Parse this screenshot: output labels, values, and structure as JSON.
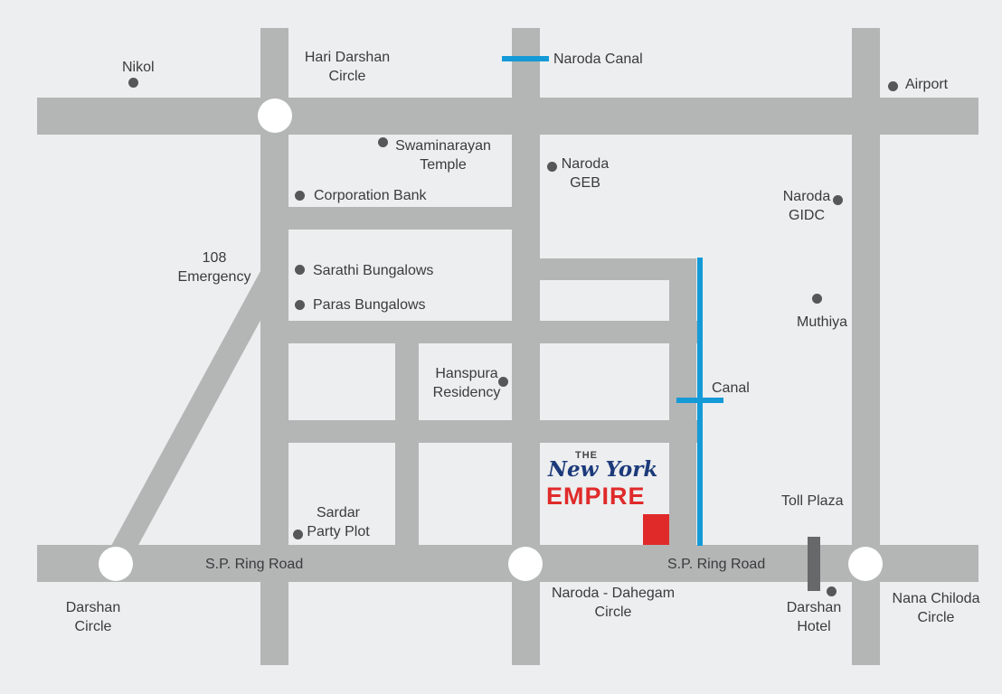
{
  "colors": {
    "background": "#eceeef",
    "road": "#b4b5b5",
    "junction": "#ffffff",
    "poi": "#555759",
    "canal": "#159ad8",
    "project_marker": "#e02a2a",
    "toll_barrier": "#676869",
    "label": "#3a3b3d"
  },
  "logo": {
    "the": "THE",
    "new_york": "New York",
    "empire": "EMPIRE"
  },
  "roads": {
    "sp_ring_road_left": "S.P. Ring Road",
    "sp_ring_road_right": "S.P. Ring Road"
  },
  "places": {
    "nikol": "Nikol",
    "hari_darshan_circle": "Hari Darshan\nCircle",
    "naroda_canal": "Naroda Canal",
    "airport": "Airport",
    "swaminarayan_temple": "Swaminarayan\nTemple",
    "naroda_geb": "Naroda\nGEB",
    "corporation_bank": "Corporation Bank",
    "naroda_gidc": "Naroda\nGIDC",
    "emergency_108": "108\nEmergency",
    "sarathi_bungalows": "Sarathi Bungalows",
    "paras_bungalows": "Paras Bungalows",
    "muthiya": "Muthiya",
    "hanspura_residency": "Hanspura\nResidency",
    "canal": "Canal",
    "toll_plaza": "Toll Plaza",
    "sardar_party_plot": "Sardar\nParty Plot",
    "darshan_circle": "Darshan\nCircle",
    "naroda_dahegam_circle": "Naroda - Dahegam\nCircle",
    "darshan_hotel": "Darshan\nHotel",
    "nana_chiloda_circle": "Nana Chiloda\nCircle"
  }
}
